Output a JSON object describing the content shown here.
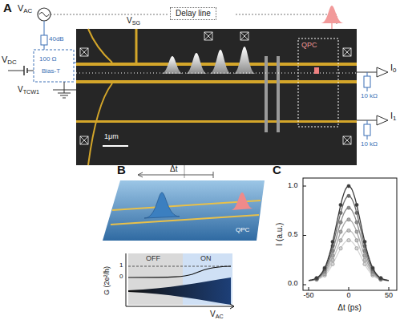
{
  "diagram": {
    "nodes": [
      {
        "text": [
          "Delay line"
        ]
      }
    ],
    "labels": [
      "A",
      "VAC",
      "40dB",
      "VDC",
      "100 Ω",
      "Bias-T",
      "VTCW1",
      "VSG",
      "QPC",
      "1μm",
      "I0",
      "10 kΩ",
      "10 kΩ",
      "I1",
      "B",
      "Δt",
      "QPC",
      "G (2e²/h)",
      "OFF",
      "ON",
      "1",
      "0",
      "VAC",
      "C",
      "1.0",
      "0.5",
      "0.0",
      "-50",
      "0",
      "50",
      "I (a.u.)",
      "Δt (ps)"
    ]
  }
}
